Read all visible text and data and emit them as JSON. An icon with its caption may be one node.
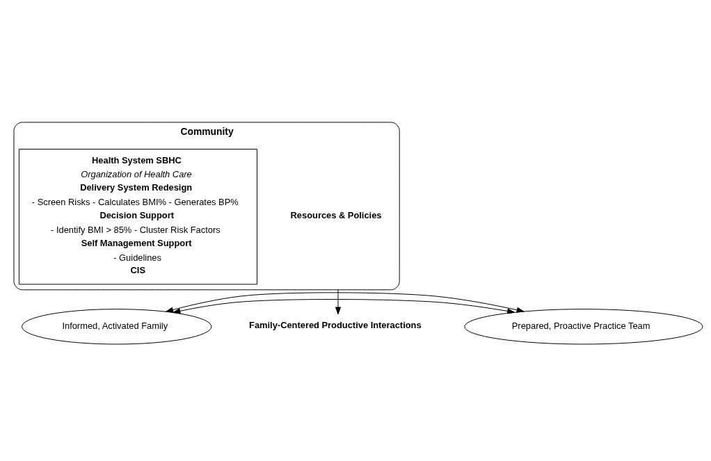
{
  "diagram": {
    "nodes": [
      {
        "text": [
          "Community",
          "Resources & Policies"
        ]
      },
      {
        "text": [
          "Health System SBHC",
          "Organization of Health Care",
          "Delivery System Redesign",
          "- Screen Risks - Calculates BMI% - Generates BP%",
          "Decision Support",
          "- Identify BMI > 85% - Cluster Risk Factors",
          "Self Management Support",
          "- Guidelines",
          "CIS"
        ],
        "in": 0
      },
      {
        "text": [
          "Informed, Activated Family"
        ]
      },
      {
        "text": [
          "Family-Centered Productive Interactions"
        ]
      },
      {
        "text": [
          "Prepared, Proactive Practice Team"
        ]
      }
    ],
    "edges": [
      {
        "from": 0,
        "to": 3,
        "arrow": "to"
      },
      {
        "from": 2,
        "to": 4,
        "arrow": "both"
      },
      {
        "from": 2,
        "to": 4,
        "arrow": "both"
      }
    ]
  }
}
